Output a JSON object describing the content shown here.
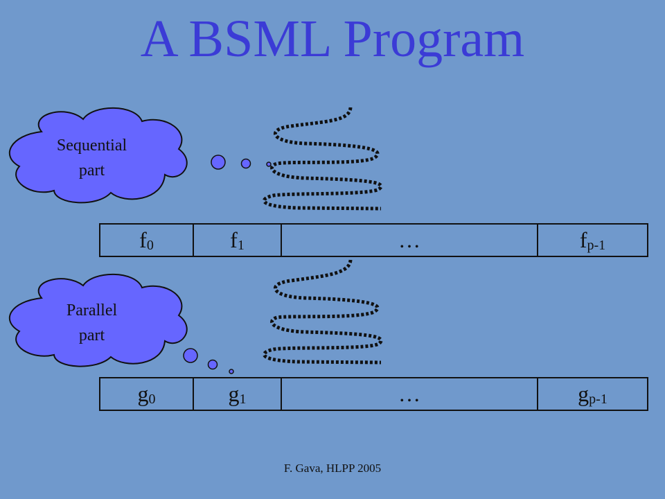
{
  "slide": {
    "title": "A BSML Program",
    "footer": "F. Gava, HLPP 2005"
  },
  "clouds": {
    "sequential": {
      "line1": "Sequential",
      "line2": "part"
    },
    "parallel": {
      "line1": "Parallel",
      "line2": "part"
    }
  },
  "rows": {
    "f": [
      {
        "base": "f",
        "sub": "0"
      },
      {
        "base": "f",
        "sub": "1"
      },
      {
        "base": "…",
        "sub": ""
      },
      {
        "base": "f",
        "sub": "p-1"
      }
    ],
    "g": [
      {
        "base": "g",
        "sub": "0"
      },
      {
        "base": "g",
        "sub": "1"
      },
      {
        "base": "…",
        "sub": ""
      },
      {
        "base": "g",
        "sub": "p-1"
      }
    ]
  },
  "colors": {
    "background": "#7099cc",
    "title": "#3b3bd6",
    "cloud_fill": "#6666ff"
  }
}
